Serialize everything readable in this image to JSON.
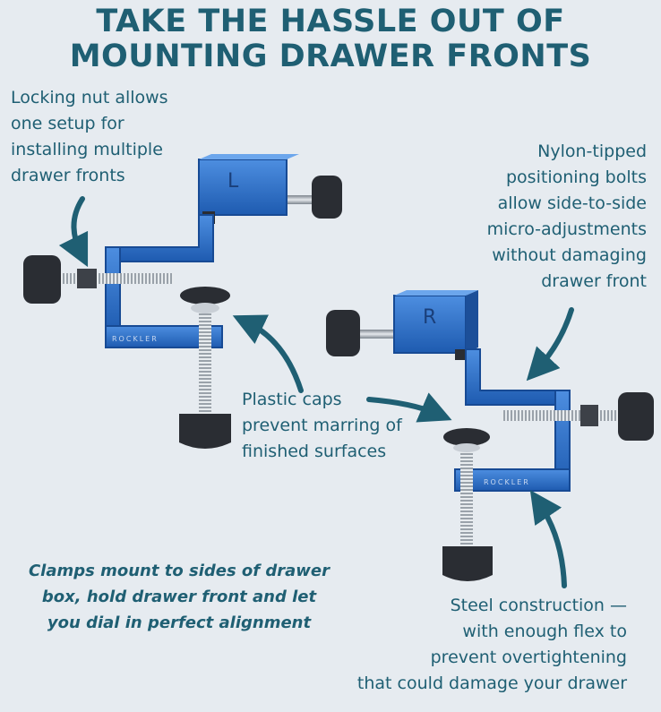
{
  "title": {
    "line1": "TAKE THE HASSLE OUT OF",
    "line2": "MOUNTING DRAWER FRONTS"
  },
  "callouts": {
    "locking_nut": [
      "Locking nut allows",
      "one setup for",
      "installing multiple",
      "drawer fronts"
    ],
    "nylon_bolts": [
      "Nylon-tipped",
      "positioning bolts",
      "allow side-to-side",
      "micro-adjustments",
      "without damaging",
      "drawer front"
    ],
    "plastic_caps": [
      "Plastic caps",
      "prevent marring of",
      "finished surfaces"
    ],
    "mount_sides": [
      "Clamps mount to sides of drawer",
      "box, hold drawer front and let",
      "you dial in perfect alignment"
    ],
    "steel": [
      "Steel construction —",
      "with enough flex to",
      "prevent overtightening",
      "that could damage your drawer"
    ]
  },
  "clamps": {
    "left_letter": "L",
    "right_letter": "R",
    "left_brand": "ROCKLER",
    "right_brand": "ROCKLER"
  },
  "colors": {
    "background": "#e6ebf0",
    "title": "#1f5f73",
    "clamp_blue": "#2f6fc4",
    "clamp_dark": "#1c4f99",
    "knob": "#2a2d33",
    "arrow": "#1f5f73"
  }
}
